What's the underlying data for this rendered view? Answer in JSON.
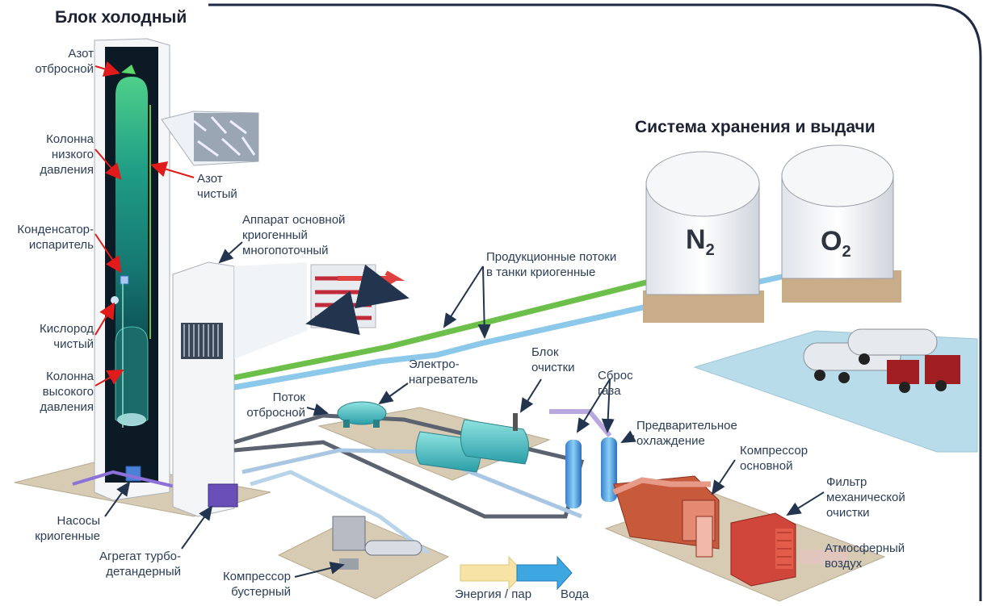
{
  "headings": {
    "cold_block": "Блок холодный",
    "storage": "Система хранения и выдачи"
  },
  "tanks": {
    "n2": {
      "symbol": "N",
      "subscript": "2"
    },
    "o2": {
      "symbol": "O",
      "subscript": "2"
    }
  },
  "labels": {
    "waste_nitrogen": "Азот\nотбросной",
    "low_pressure_column": "Колонна\nнизкого\nдавления",
    "pure_nitrogen": "Азот\nчистый",
    "condenser_evaporator": "Конденсатор-\nиспаритель",
    "pure_oxygen": "Кислород\nчистый",
    "high_pressure_column": "Колонна\nвысокого\nдавления",
    "cryo_pumps": "Насосы\nкриогенные",
    "turbo_expander": "Агрегат турбо-\nдетандерный",
    "booster_compressor": "Компрессор\nбустерный",
    "heat_exchanger": "Аппарат основной\nкриогенный\nмногопоточный",
    "product_flows": "Продукционные потоки\nв танки криогенные",
    "waste_flow": "Поток\nотбросной",
    "electric_heater": "Электро-\nнагреватель",
    "purification_block": "Блок\nочистки",
    "gas_vent": "Сброс\nгаза",
    "precooling": "Предварительное\nохлаждение",
    "main_compressor": "Компрессор\nосновной",
    "mech_filter": "Фильтр\nмеханической\nочистки",
    "atmospheric_air": "Атмосферный\nвоздух",
    "energy_steam": "Энергия / пар",
    "water": "Вода"
  },
  "colors": {
    "nitrogen_line": "#6cc04a",
    "oxygen_line": "#8cc8ea",
    "column_green": "#1e8a6a",
    "arrow_red": "#e11b1b",
    "frame_border": "#1f2a44"
  }
}
